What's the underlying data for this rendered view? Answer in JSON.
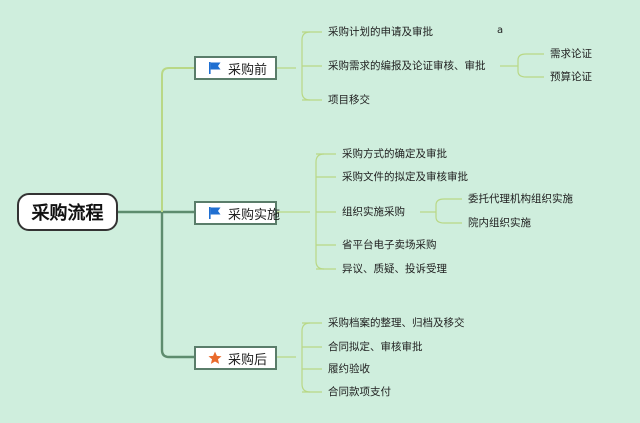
{
  "root": {
    "label": "采购流程"
  },
  "branches": [
    {
      "label": "采购前",
      "icon": "flag-icon",
      "items": [
        {
          "label": "采购计划的申请及审批"
        },
        {
          "label": "采购需求的编报及论证审核、审批",
          "children": [
            "需求论证",
            "预算论证"
          ]
        },
        {
          "label": "项目移交"
        }
      ]
    },
    {
      "label": "采购实施",
      "icon": "flag-icon",
      "items": [
        {
          "label": "采购方式的确定及审批"
        },
        {
          "label": "采购文件的拟定及审核审批"
        },
        {
          "label": "组织实施采购",
          "children": [
            "委托代理机构组织实施",
            "院内组织实施"
          ]
        },
        {
          "label": "省平台电子卖场采购"
        },
        {
          "label": "异议、质疑、投诉受理"
        }
      ]
    },
    {
      "label": "采购后",
      "icon": "star-icon",
      "items": [
        {
          "label": "采购档案的整理、归档及移交"
        },
        {
          "label": "合同拟定、审核审批"
        },
        {
          "label": "履约验收"
        },
        {
          "label": "合同款项支付"
        }
      ]
    }
  ],
  "stray_mark": "a",
  "colors": {
    "background": "#cfeedd",
    "trunk": "#5e8c6e",
    "branch_line": "#b9d886",
    "flag": "#1f6fd1",
    "star": "#e96a2c"
  }
}
